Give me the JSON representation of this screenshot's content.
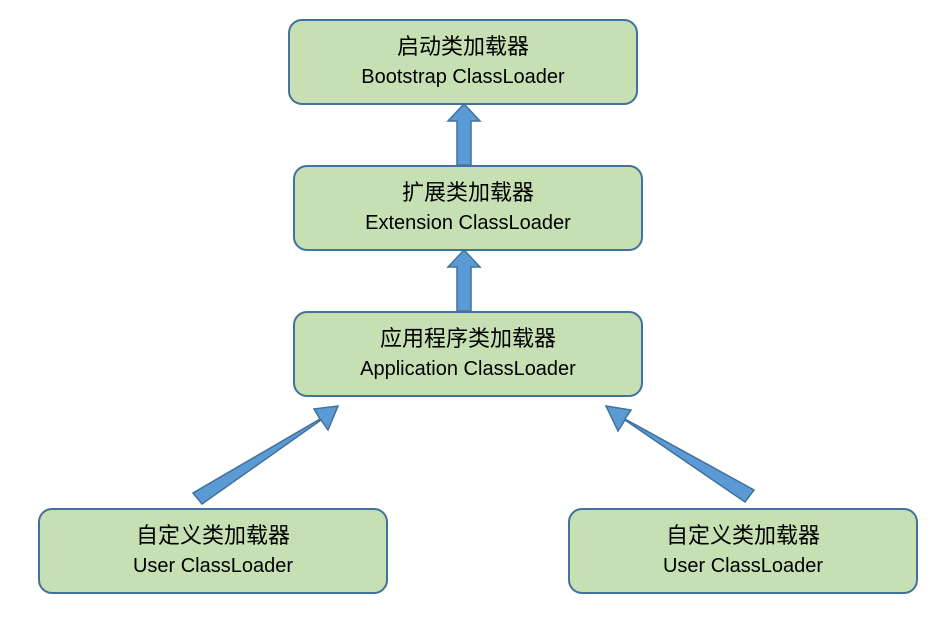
{
  "nodes": {
    "bootstrap": {
      "zh": "启动类加载器",
      "en": "Bootstrap ClassLoader"
    },
    "extension": {
      "zh": "扩展类加载器",
      "en": "Extension ClassLoader"
    },
    "application": {
      "zh": "应用程序类加载器",
      "en": "Application ClassLoader"
    },
    "user_left": {
      "zh": "自定义类加载器",
      "en": "User ClassLoader"
    },
    "user_right": {
      "zh": "自定义类加载器",
      "en": "User ClassLoader"
    }
  },
  "colors": {
    "node_fill": "#c6e0b4",
    "node_border": "#41719c",
    "arrow_fill": "#5b9bd5",
    "arrow_stroke": "#41719c"
  }
}
